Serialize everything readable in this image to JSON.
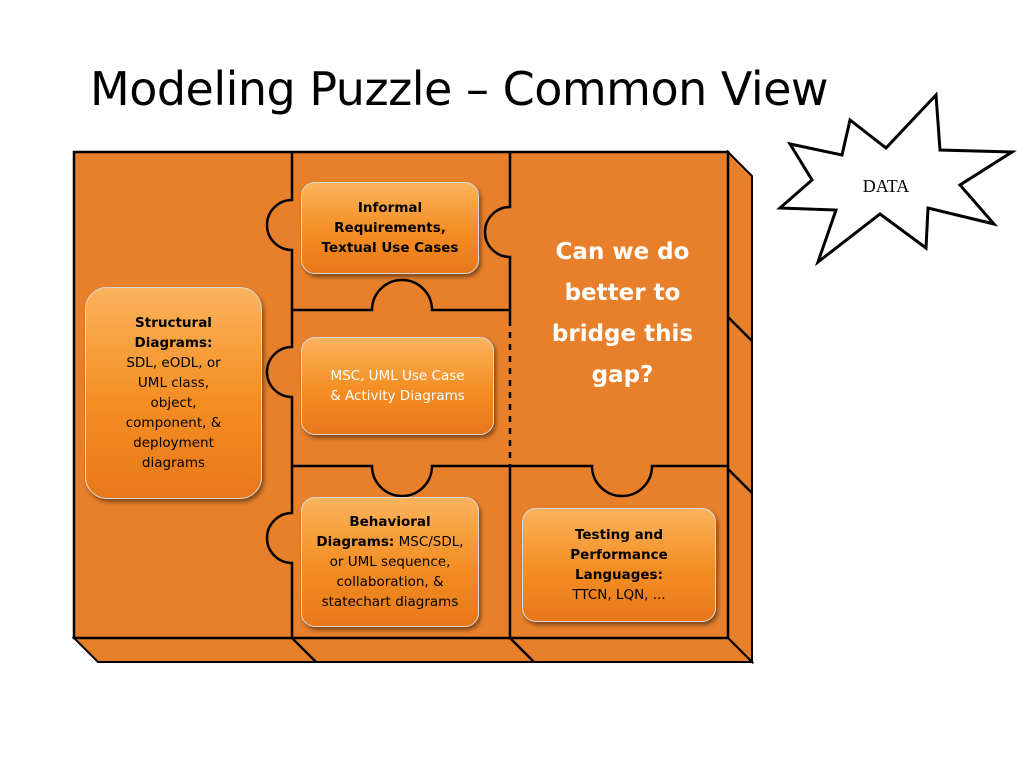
{
  "title": "Modeling Puzzle – Common View",
  "colors": {
    "puzzle_orange": "#e8802b",
    "piece_gradient_top": "#fbb35c",
    "piece_gradient_bottom": "#e8781b",
    "outline": "#000000",
    "question_text": "#ffffff"
  },
  "pieces": {
    "structural": {
      "heading": "Structural Diagrams:",
      "lines": [
        "SDL, eODL, or",
        "UML class,",
        "object,",
        "component, &",
        "deployment",
        "diagrams"
      ]
    },
    "informal": {
      "lines": [
        "Informal",
        "Requirements,",
        "Textual Use Cases"
      ]
    },
    "msc": {
      "lines": [
        "MSC, UML Use Case",
        "& Activity Diagrams"
      ]
    },
    "behavioral": {
      "heading_line1": "Behavioral",
      "heading_line2": "Diagrams:",
      "line2_rest": " MSC/SDL,",
      "lines": [
        "or UML sequence,",
        "collaboration, &",
        "statechart diagrams"
      ]
    },
    "testing": {
      "heading_lines": [
        "Testing and",
        "Performance",
        "Languages:"
      ],
      "detail": "TTCN, LQN, ..."
    }
  },
  "question": [
    "Can we do",
    "better to",
    "bridge this",
    "gap?"
  ],
  "callout": {
    "shape": "explosion-star",
    "label": "DATA"
  }
}
